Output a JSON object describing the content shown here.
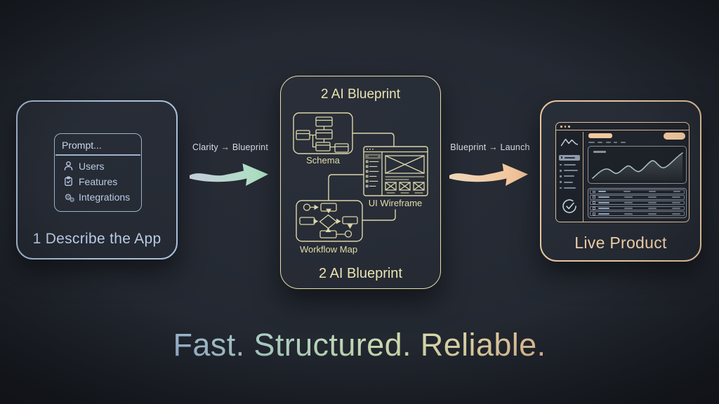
{
  "headline": {
    "text": "Fast. Structured. Reliable."
  },
  "panels": {
    "describe": {
      "caption": "1 Describe the App",
      "prompt": {
        "title": "Prompt...",
        "items": [
          {
            "icon": "user-icon",
            "label": "Users"
          },
          {
            "icon": "clipboard-check-icon",
            "label": "Features"
          },
          {
            "icon": "gears-icon",
            "label": "Integrations"
          }
        ]
      }
    },
    "blueprint": {
      "title_top": "2 AI Blueprint",
      "title_bottom": "2 AI Blueprint",
      "labels": {
        "schema": "Schema",
        "wireframe": "UI Wireframe",
        "workflow": "Workflow Map"
      }
    },
    "live": {
      "caption": "Live Product"
    }
  },
  "arrows": [
    {
      "name": "clarity-to-blueprint",
      "label": "Clarity → Blueprint"
    },
    {
      "name": "blueprint-to-launch",
      "label": "Blueprint → Launch"
    }
  ],
  "colors": {
    "background": "#232831",
    "step1_accent": "#a9bed8",
    "step2_accent": "#e7dfac",
    "step3_accent": "#e7c69e",
    "arrow1_gradient": [
      "#c3cedb",
      "#abe2c0"
    ],
    "arrow2_gradient": [
      "#eed8ba",
      "#f3c095"
    ],
    "headline_gradient": [
      "#a3b8e0",
      "#aed2c2",
      "#c8dcb0",
      "#e2d5a6",
      "#eebf98"
    ]
  }
}
